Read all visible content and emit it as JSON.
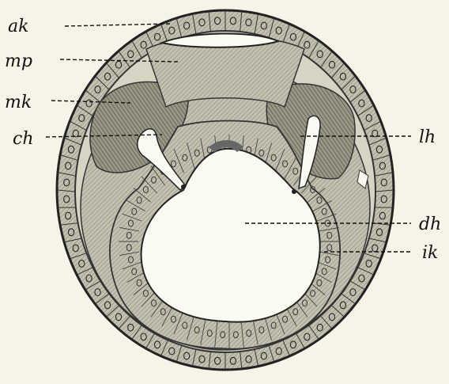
{
  "labels": {
    "ak": "ak",
    "mp": "mp",
    "mk": "mk",
    "ch": "ch",
    "lh": "lh",
    "dh": "dh",
    "ik": "ik"
  },
  "colors": {
    "paper": "#f6f4e6",
    "ink": "#111111",
    "ectoderm": "#b9b8a3",
    "gut_wall": "#bdbcab",
    "mesoderm": "#8d8d7a",
    "lumen": "#fbfaf1"
  }
}
